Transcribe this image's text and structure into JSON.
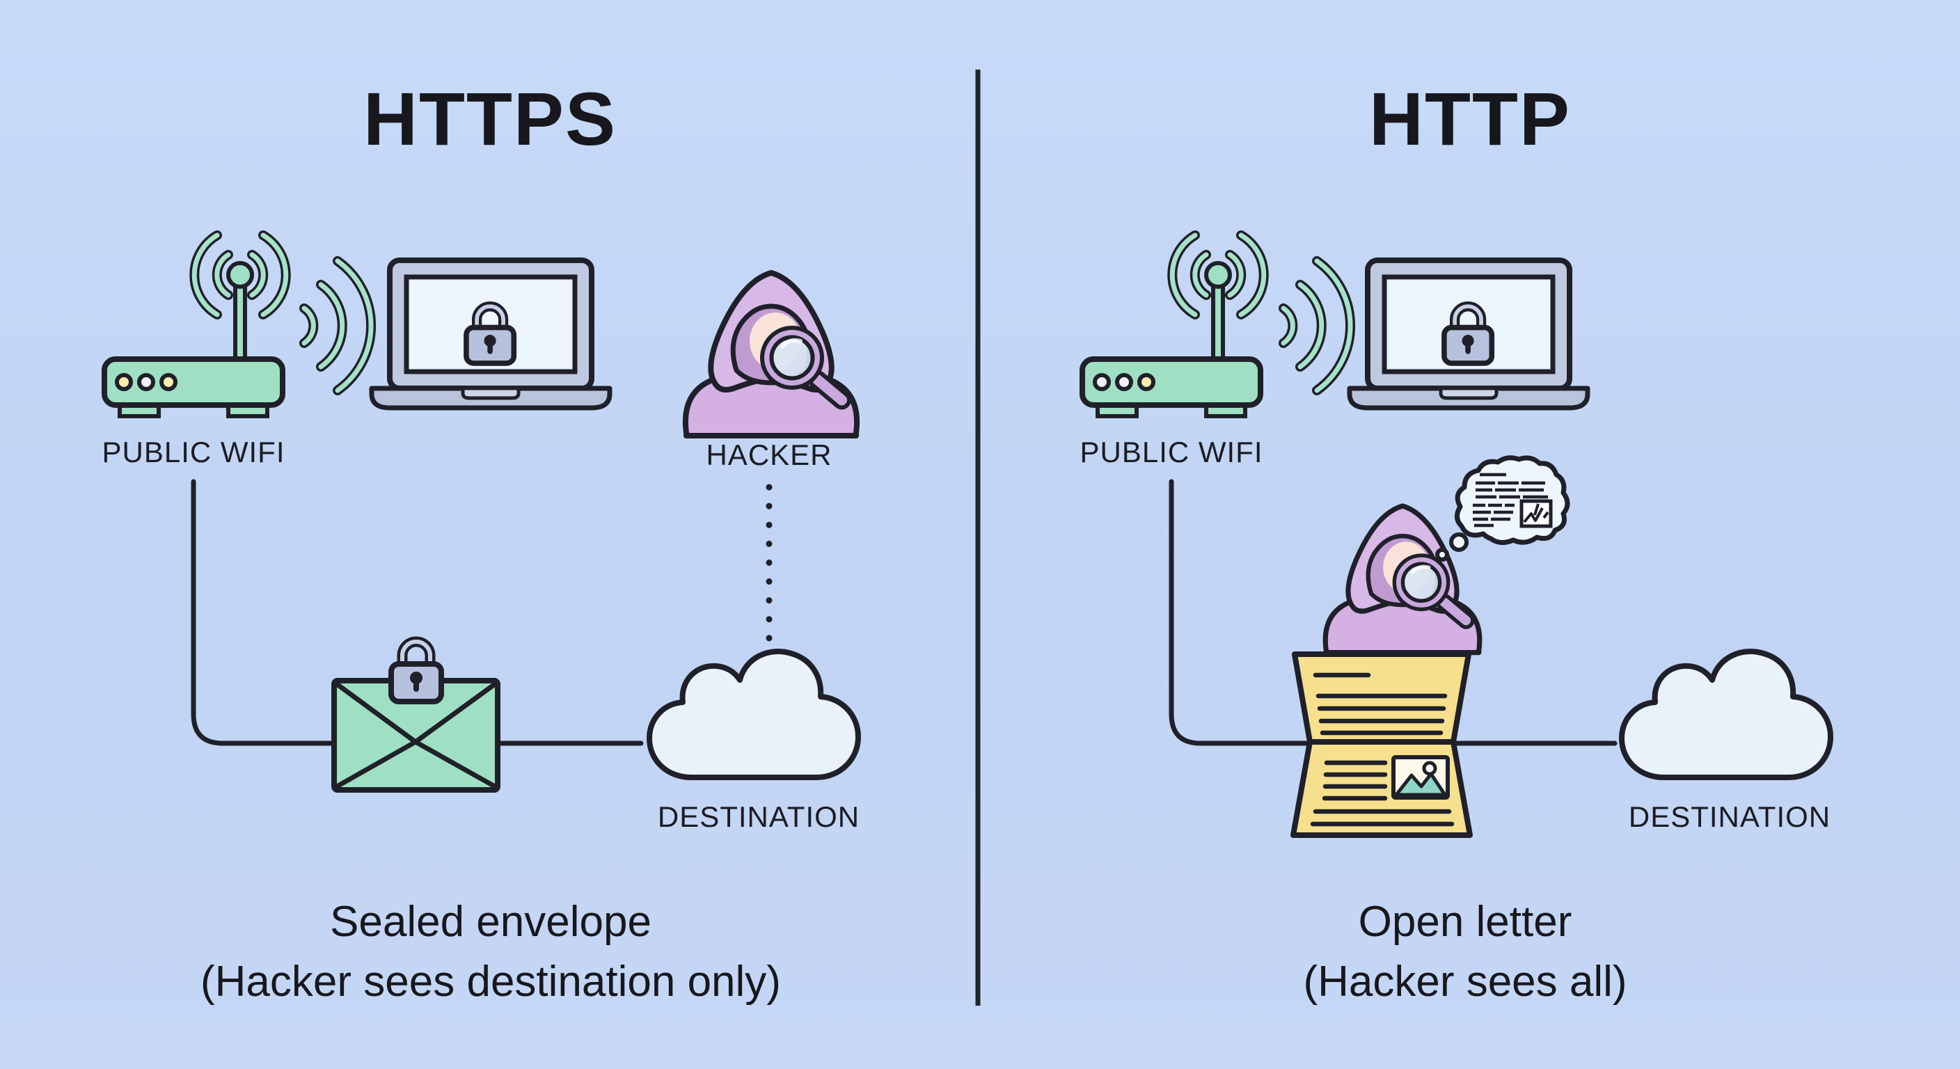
{
  "panels": {
    "left": {
      "title": "HTTPS",
      "wifi_label": "PUBLIC WIFI",
      "hacker_label": "HACKER",
      "destination_label": "DESTINATION",
      "caption_line1": "Sealed envelope",
      "caption_line2": "(Hacker sees destination only)"
    },
    "right": {
      "title": "HTTP",
      "wifi_label": "PUBLIC WIFI",
      "destination_label": "DESTINATION",
      "caption_line1": "Open letter",
      "caption_line2": "(Hacker sees all)"
    }
  },
  "icons": [
    "wifi-router-icon",
    "wifi-signal-icon",
    "laptop-icon",
    "padlock-icon",
    "hacker-icon",
    "magnifier-icon",
    "dotted-path-icon",
    "sealed-envelope-icon",
    "cloud-icon",
    "open-letter-icon",
    "thought-bubble-icon",
    "divider-line"
  ],
  "colors": {
    "background": "#c3d6f4",
    "outline": "#20202a",
    "mint": "#9fdfc3",
    "purple_hood": "#d8b8e7",
    "purple_dark": "#c09bd2",
    "face": "#f9e2d8",
    "laptop_gray": "#bfc9e0",
    "screen": "#edf5fc",
    "lock_fill": "#b6c1de",
    "letter_yellow": "#f6df8d",
    "cloud_fill": "#e9f2fb",
    "led_yellow": "#f8ecae",
    "led_white": "#f2f0f6",
    "teal_image": "#8fd5c5"
  }
}
